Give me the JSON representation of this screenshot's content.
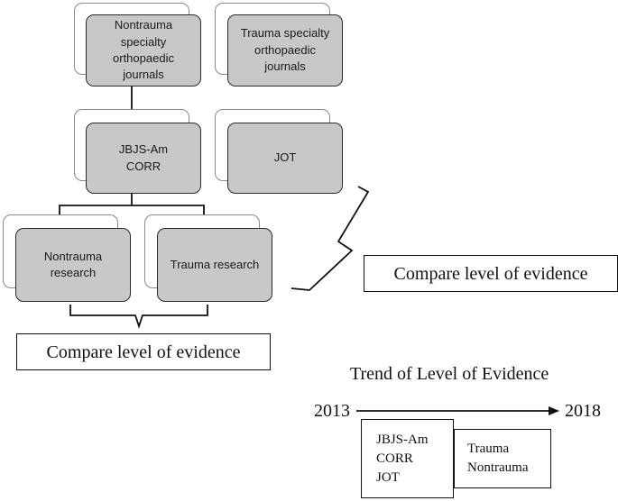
{
  "colors": {
    "node_fill": "#c8c8c8",
    "node_border": "#2a2a2a",
    "ghost_border": "#8a8a8a",
    "line": "#111111"
  },
  "nodes": {
    "nontrauma_journals": "Nontrauma\nspecialty\northopaedic\njournals",
    "trauma_journals": "Trauma specialty\northopaedic\njournals",
    "jbjs_corr": "JBJS-Am\nCORR",
    "jot": "JOT",
    "nontrauma_research": "Nontrauma\nresearch",
    "trauma_research": "Trauma research"
  },
  "compare_left": "Compare level of evidence",
  "compare_right": "Compare level of evidence",
  "trend": {
    "title": "Trend of Level of Evidence",
    "start_year": "2013",
    "end_year": "2018",
    "box_early": "JBJS-Am\nCORR\nJOT",
    "box_late": "Trauma\nNontrauma"
  }
}
